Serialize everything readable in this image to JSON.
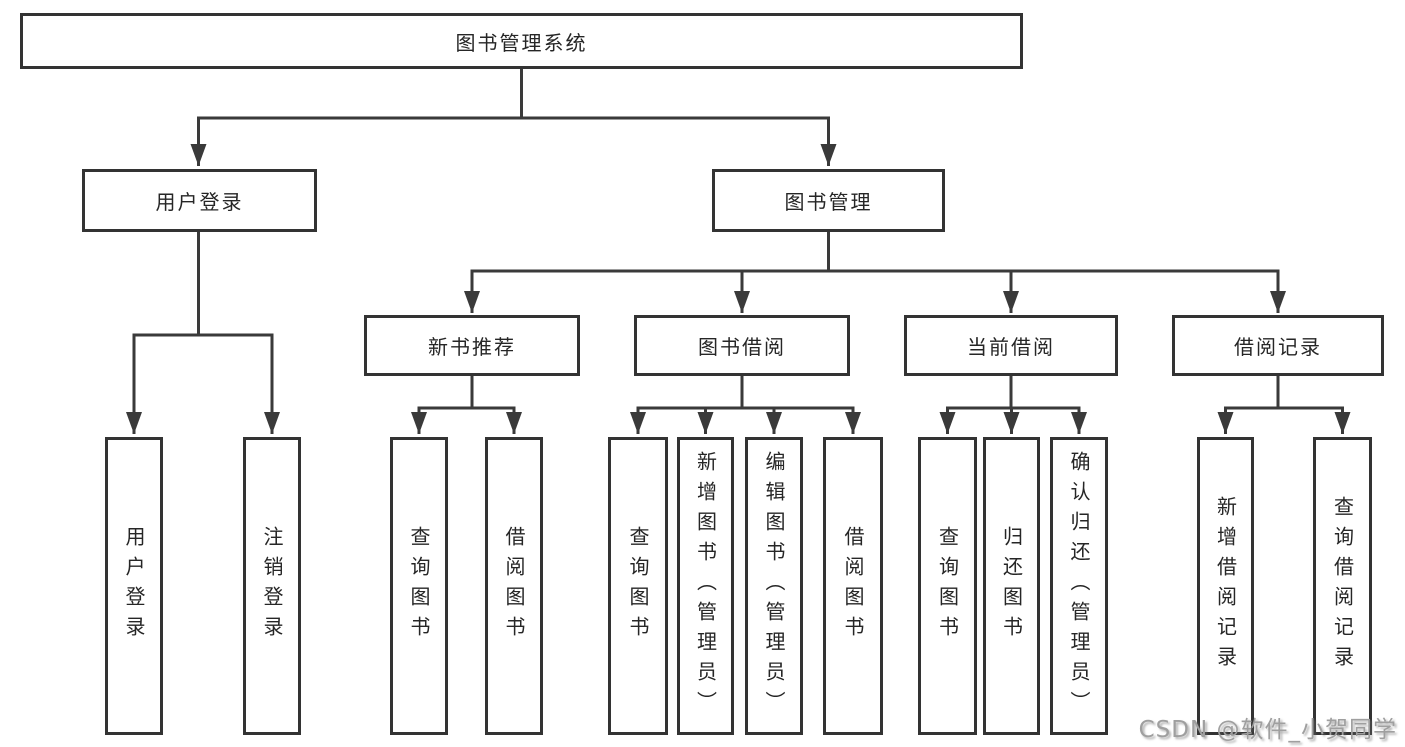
{
  "colors": {
    "line": "#3a3a3a",
    "border": "#333333",
    "text": "#262626",
    "box_background": "#ffffff",
    "page_background": "#ffffff",
    "watermark": "#9f9f9f"
  },
  "watermark": "CSDN @软件_小贺同学",
  "tree": {
    "label": "图书管理系统",
    "children": [
      {
        "label": "用户登录",
        "children": [
          {
            "label": "用户登录"
          },
          {
            "label": "注销登录"
          }
        ]
      },
      {
        "label": "图书管理",
        "children": [
          {
            "label": "新书推荐",
            "children": [
              {
                "label": "查询图书"
              },
              {
                "label": "借阅图书"
              }
            ]
          },
          {
            "label": "图书借阅",
            "children": [
              {
                "label": "查询图书"
              },
              {
                "label": "新增图书（管理员）"
              },
              {
                "label": "编辑图书（管理员）"
              },
              {
                "label": "借阅图书"
              }
            ]
          },
          {
            "label": "当前借阅",
            "children": [
              {
                "label": "查询图书"
              },
              {
                "label": "归还图书"
              },
              {
                "label": "确认归还（管理员）"
              }
            ]
          },
          {
            "label": "借阅记录",
            "children": [
              {
                "label": "新增借阅记录"
              },
              {
                "label": "查询借阅记录"
              }
            ]
          }
        ]
      }
    ]
  }
}
